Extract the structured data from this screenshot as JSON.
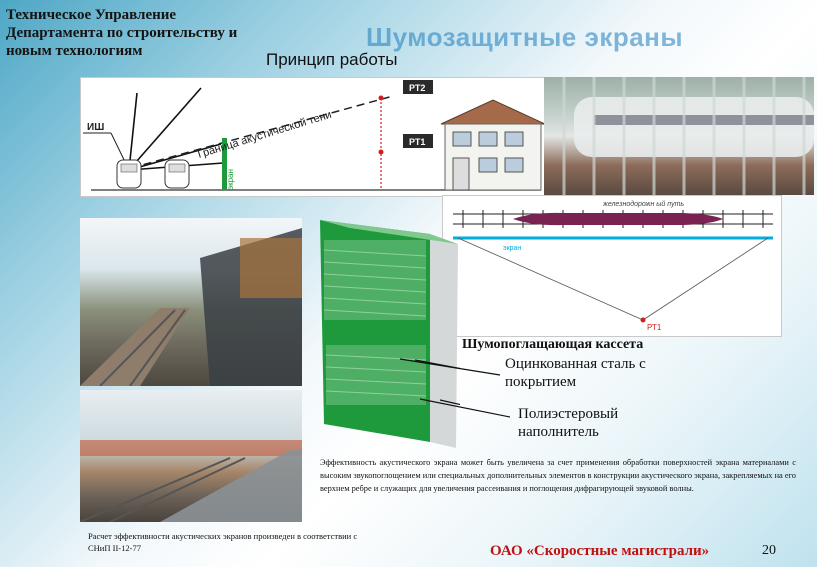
{
  "header": {
    "department_lines": [
      "Техническое Управление",
      "Департамента по строительству и",
      "новым технологиям"
    ],
    "title": "Шумозащитные экраны",
    "subtitle": "Принцип работы"
  },
  "diagram_top": {
    "source_label": "ИШ",
    "point_rt2": "РТ2",
    "point_rt1": "РТ1",
    "shadow_label": "Граница акустической тени",
    "screen_label": "экран"
  },
  "diagram_plan": {
    "railway_label": "железнодорожн ый путь",
    "screen_label": "экран",
    "point_rt1": "РТ1"
  },
  "cassette": {
    "title": "Шумопоглащающая кассета",
    "steel": [
      "Оцинкованная сталь с",
      "покрытием"
    ],
    "filler": [
      "Полиэстеровый",
      "наполнитель"
    ]
  },
  "effectiveness_text": "Эффективность акустического экрана может быть увеличена за счет применения обработки поверхностей экрана материалами с высоким звукопоглощением или специальных дополнительных элементов в конструкции акустического экрана, закрепляемых на его верхнем ребре и служащих для увеличения рассеивания и поглощения дифрагирующей звуковой волны.",
  "calc_text": "Расчет эффективности акустических экранов произведен в соответствии с СНиП II-12-77",
  "footer": {
    "company": "ОАО «Скоростные магистрали»",
    "page": "20"
  },
  "colors": {
    "title_blue": "#1f7fbf",
    "company_red": "#c01010",
    "screen_green": "#1e9a3c",
    "rt_red": "#d21e1e",
    "plan_cyan": "#00aee0"
  }
}
